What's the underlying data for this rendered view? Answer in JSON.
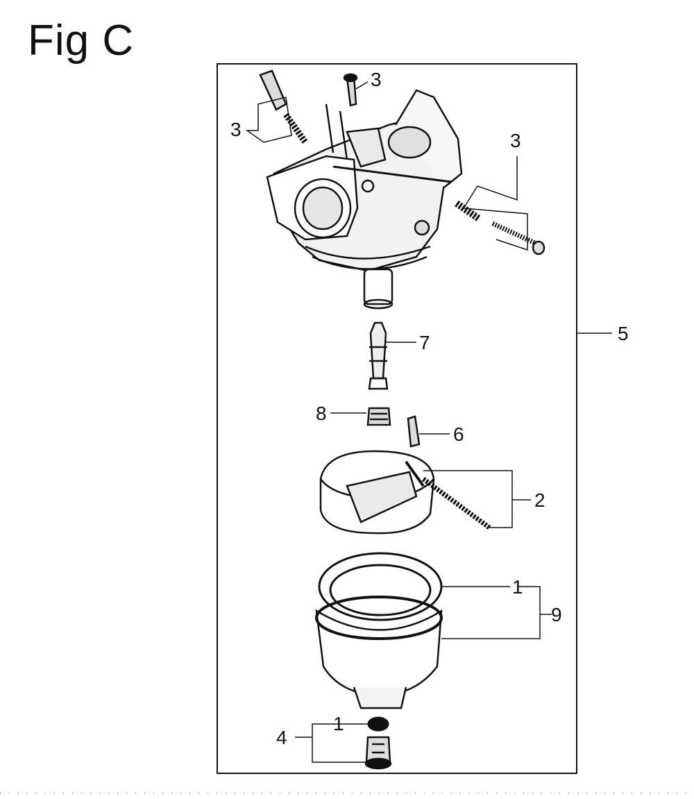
{
  "figure": {
    "title": "Fig C"
  },
  "callouts": {
    "screw_top": "3",
    "spring_left": "3",
    "screw_right": "3",
    "assembly": "5",
    "nozzle": "7",
    "jet": "8",
    "needle": "6",
    "float": "2",
    "gasket": "1",
    "bowl_set": "9",
    "washer": "1",
    "bolt_set": "4"
  }
}
